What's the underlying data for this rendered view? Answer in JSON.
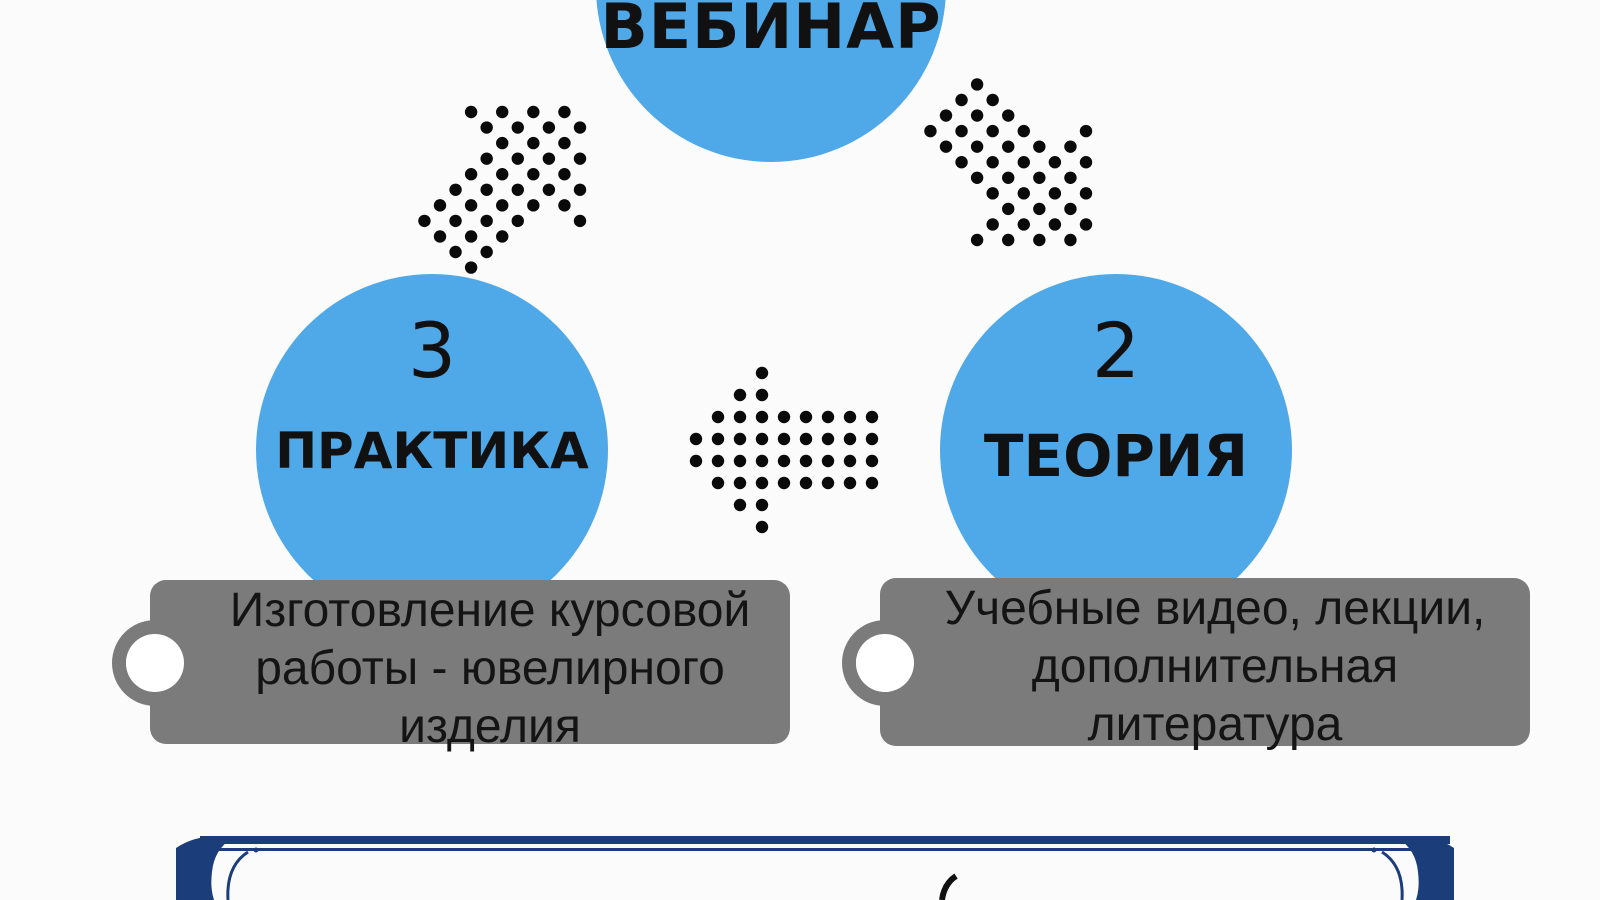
{
  "nodes": {
    "top": {
      "title": "ВЕБИНАР"
    },
    "left": {
      "number": "3",
      "title": "ПРАКТИКА"
    },
    "right": {
      "number": "2",
      "title": "ТЕОРИЯ"
    }
  },
  "tags": {
    "left": {
      "lines": [
        "Изготовление курсовой",
        "работы - ювелирного",
        "изделия"
      ]
    },
    "right": {
      "lines": [
        "Учебные видео, лекции,",
        "дополнительная",
        "литература"
      ]
    }
  },
  "colors": {
    "circle": "#4fa8e8",
    "tag": "#7b7b7b",
    "dot": "#0a0a0a",
    "banner": "#1b3d7a"
  },
  "icons": [
    "dotted-arrow-up-right-icon",
    "dotted-arrow-down-right-icon",
    "dotted-arrow-left-icon",
    "key-ring-icon"
  ]
}
